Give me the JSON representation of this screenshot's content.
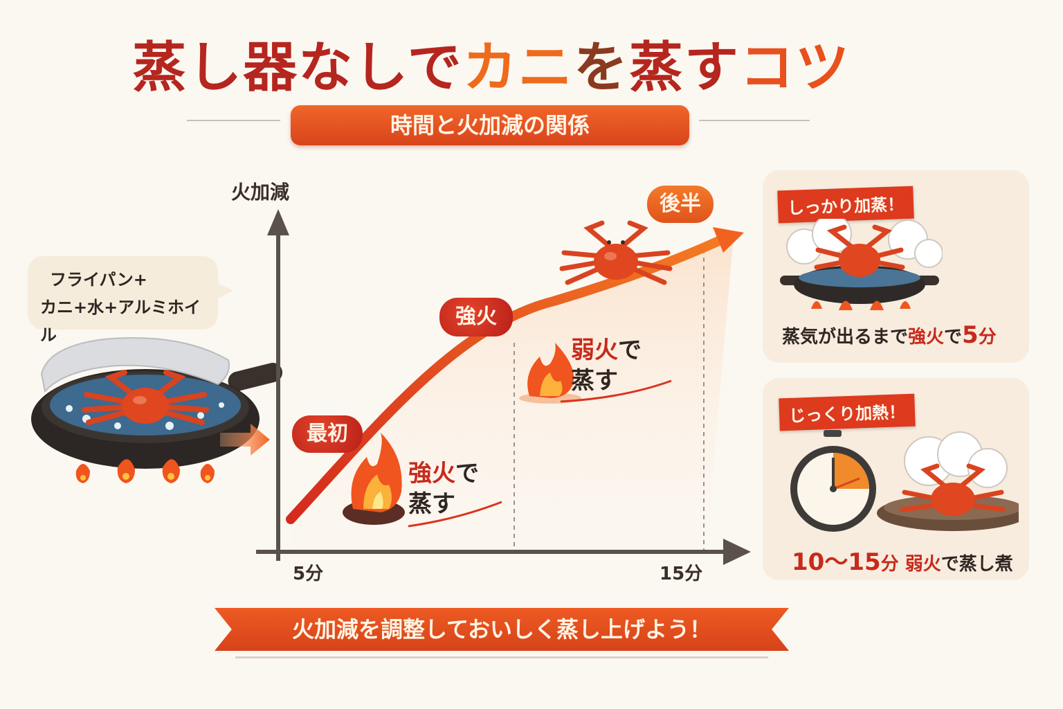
{
  "title": {
    "part1": "蒸し器なしで",
    "part2": "カニ",
    "part3": "を",
    "part4": "蒸す",
    "part5": "コツ"
  },
  "subtitle": "時間と火加減の関係",
  "left_panel": {
    "bubble_line1": "フライパン+",
    "bubble_line2": "カニ+水+アルミホイル",
    "illustration": "frying-pan-with-crab-under-foil-on-flame"
  },
  "chart_data": {
    "type": "line",
    "title": "時間と火加減の関係",
    "xlabel": "",
    "ylabel": "火加減",
    "x_ticks": [
      "5分",
      "15分"
    ],
    "grid": false,
    "series": [
      {
        "name": "火加減カーブ",
        "x": [
          0,
          5,
          10,
          15
        ],
        "values": [
          1,
          4.5,
          7,
          8.5
        ]
      }
    ],
    "annotations": [
      {
        "label": "最初",
        "note": "強火で蒸す"
      },
      {
        "label": "強火",
        "note": ""
      },
      {
        "label": "後半",
        "note": "弱火で蒸す"
      }
    ],
    "dashed_markers": [
      "10分付近",
      "15分"
    ]
  },
  "chart": {
    "y_axis_label": "火加減",
    "x_tick_left": "5分",
    "x_tick_right": "15分",
    "bubble_start": "最初",
    "bubble_high": "強火",
    "bubble_late": "後半",
    "note1_hot": "強火",
    "note1_rest": "で",
    "note1_line2": "蒸す",
    "note2_hot": "弱火",
    "note2_rest": "で",
    "note2_line2": "蒸す"
  },
  "cards": [
    {
      "ribbon": "しっかり加蒸！",
      "caption_pre": "蒸気が出るまで",
      "caption_hot": "強火",
      "caption_mid": "で",
      "caption_big": "5",
      "caption_unit": "分",
      "illustration": "crab-in-pan-with-steam"
    },
    {
      "ribbon": "じっくり加熱！",
      "caption_big": "10〜15",
      "caption_unit": "分",
      "caption_hot": "弱火",
      "caption_mid": "で",
      "caption_post": "蒸し煮",
      "illustration": "stopwatch-and-crab-on-plate"
    }
  ],
  "banner": "火加減を調整しておいしく蒸し上げよう！",
  "colors": {
    "primary_red": "#b5261e",
    "accent_orange": "#ee6b1c",
    "background": "#fbf7f1",
    "card": "#f7ecde",
    "axis": "#5a514b"
  }
}
